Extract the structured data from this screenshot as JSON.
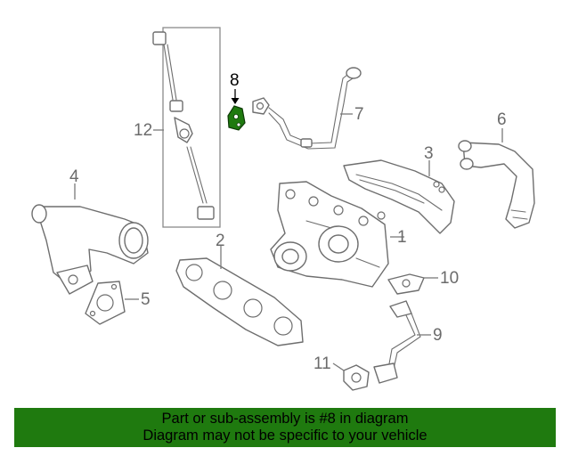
{
  "callouts": [
    {
      "id": "1",
      "text": "1"
    },
    {
      "id": "2",
      "text": "2"
    },
    {
      "id": "3",
      "text": "3"
    },
    {
      "id": "4",
      "text": "4"
    },
    {
      "id": "5",
      "text": "5"
    },
    {
      "id": "6",
      "text": "6"
    },
    {
      "id": "7",
      "text": "7"
    },
    {
      "id": "8",
      "text": "8"
    },
    {
      "id": "9",
      "text": "9"
    },
    {
      "id": "10",
      "text": "10"
    },
    {
      "id": "11",
      "text": "11"
    },
    {
      "id": "12",
      "text": "12"
    }
  ],
  "highlighted_part": "8",
  "colors": {
    "highlight_fill": "#1f7a0f",
    "banner_background": "#1f7a0f",
    "line_art": "#6e6e6e",
    "highlight_label": "#000000"
  },
  "banner": {
    "line1": "Part or sub-assembly is #8 in diagram",
    "line2": "Diagram may not be specific to your vehicle"
  }
}
